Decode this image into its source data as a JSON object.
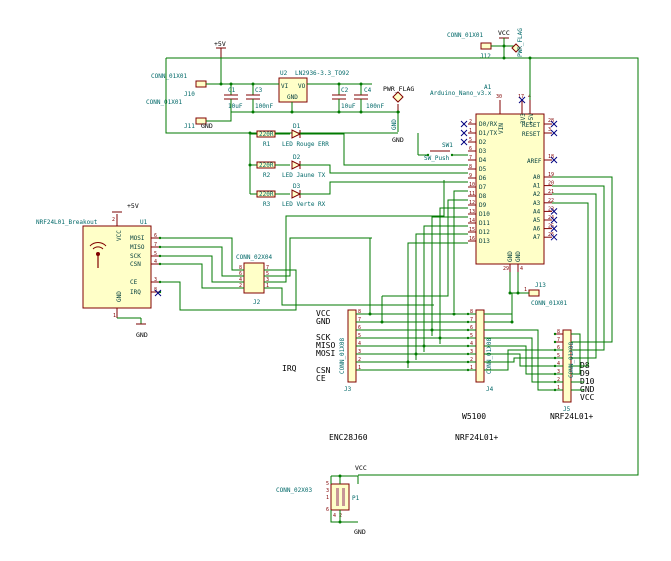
{
  "labels": {
    "conn_j10": "CONN_01X01",
    "conn_j11": "CONN_01X01",
    "j10": "J10",
    "j11": "J11",
    "gnd": "GND",
    "plus5v": "+5V",
    "u2": "U2",
    "u2_val": "LN2936-3.3_TO92",
    "u2_vi": "VI",
    "u2_vo": "VO",
    "u2_gnd": "GND",
    "c1": "C1",
    "c1_val": "10uF",
    "c3": "C3",
    "c3_val": "100nF",
    "c2": "C2",
    "c2_val": "10uF",
    "c4": "C4",
    "c4_val": "100nF",
    "pwr_flag": "PWR_FLAG",
    "pwr_flag2": "PWR_FLAG",
    "vcc": "VCC",
    "conn_j12": "CONN_01X01",
    "j12": "J12",
    "a1": "A1",
    "a1_val": "Arduino_Nano_v3.x",
    "a1_vin": "VIN",
    "a1_3v3": "3V3",
    "a1_5v": "+5V",
    "a1_gnd1": "GND",
    "a1_gnd2": "GND",
    "a1_left_pins": [
      "D0/RX",
      "D1/TX",
      "D2",
      "D3",
      "D4",
      "D5",
      "D6",
      "D7",
      "D8",
      "D9",
      "D10",
      "D11",
      "D12",
      "D13"
    ],
    "a1_left_nums": [
      "2",
      "1",
      "5",
      "6",
      "7",
      "8",
      "9",
      "10",
      "11",
      "12",
      "13",
      "14",
      "15",
      "16"
    ],
    "a1_right_top": [
      "RESET",
      "RESET"
    ],
    "a1_right_top_nums": [
      "28",
      "3"
    ],
    "a1_aref": "AREF",
    "a1_aref_num": "18",
    "a1_right_pins": [
      "A0",
      "A1",
      "A2",
      "A3",
      "A4",
      "A5",
      "A6",
      "A7"
    ],
    "a1_right_nums": [
      "19",
      "20",
      "21",
      "22",
      "23",
      "24",
      "25",
      "26"
    ],
    "r1": "R1",
    "r2": "R2",
    "r3": "R3",
    "r_val": "220R",
    "d1": "D1",
    "d2": "D2",
    "d3": "D3",
    "d1_val": "LED Rouge",
    "d2_val": "LED Jaune",
    "d3_val": "LED Verte",
    "net_err": "ERR",
    "net_tx": "TX",
    "net_rx": "RX",
    "sw1": "SW1",
    "sw1_val": "SW_Push",
    "u1": "U1",
    "u1_val": "NRF24L01_Breakout",
    "u1_vcc": "VCC",
    "u1_gnd": "GND",
    "u1_pins": [
      "MOSI",
      "MISO",
      "SCK",
      "CSN",
      "CE",
      "IRQ"
    ],
    "u1_nums": [
      "6",
      "7",
      "5",
      "4",
      "3",
      "8"
    ],
    "j2": "J2",
    "j2_val": "CONN_02X04",
    "j13": "J13",
    "j13_val": "CONN_01X01",
    "j3": "J3",
    "j3_val": "CONN_01X08",
    "j4": "J4",
    "j4_val": "CONN_01X08",
    "j5": "J5",
    "j5_val": "CONN_01X08",
    "j3_labels": [
      "VCC",
      "GND",
      "SCK",
      "MISO",
      "MOSI",
      "CSN",
      "CE"
    ],
    "j5_labels": [
      "D8",
      "D9",
      "D10",
      "GND",
      "VCC"
    ],
    "irq": "IRQ",
    "enc": "ENC28J60",
    "w5100": "W5100",
    "nrf_plus_1": "NRF24L01+",
    "nrf_plus_2": "NRF24L01+",
    "p1": "P1",
    "p1_val": "CONN_02X03",
    "vcc_bottom": "VCC",
    "gnd_bottom": "GND",
    "conn_nums": [
      "1",
      "2",
      "3",
      "4",
      "5",
      "6",
      "7",
      "8"
    ]
  }
}
